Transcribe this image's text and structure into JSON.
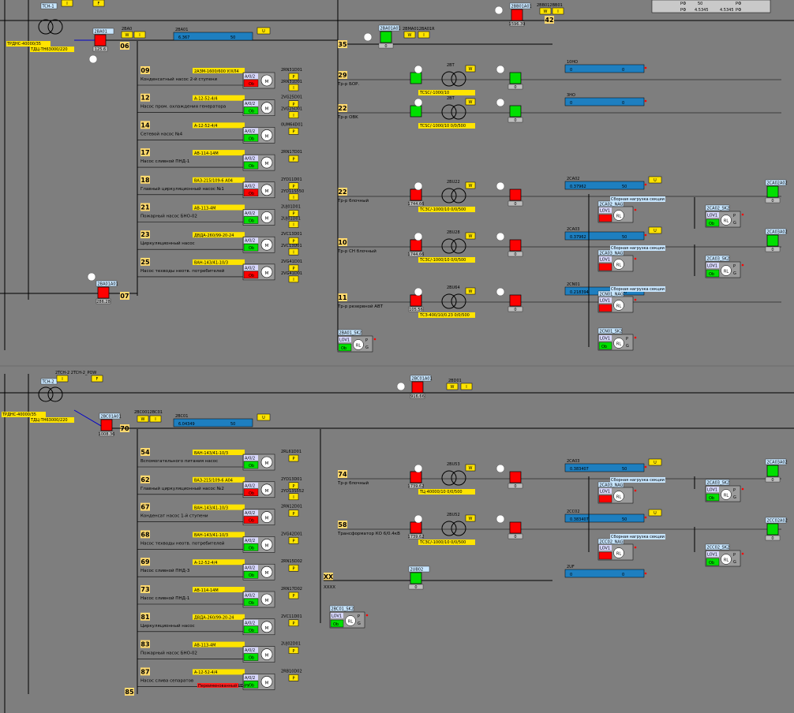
{
  "colors": {
    "bg": "#7e7e7e",
    "bus": "#000000",
    "feed": "#0000c8",
    "on": "#00e000",
    "off": "#ff0000",
    "bar": "#1e7fc0",
    "tag": "#ffe400",
    "lbl": "#c8e6ff",
    "motor": "#ffffff"
  },
  "top_section": {
    "transformer": {
      "name": "TCH-1",
      "label1": "ТРДНС-40000/35",
      "label2": "ТДЦ-ТН63000/220"
    },
    "incomer": {
      "id": "2BA01",
      "number": "06",
      "value": "125.6",
      "tag": "2BA0"
    },
    "busbar": {
      "name": "2BA01",
      "v1": "6.367",
      "v2": "50",
      "tag": "U"
    },
    "breaker_top": {
      "id": "2BA01A01",
      "value": "1",
      "number": "35"
    },
    "breaker_top2": {
      "id": "2BMA012BA01R",
      "number": "35"
    },
    "right_breaker": {
      "id": "2BB01A01",
      "tag1": "W",
      "tag2": "I",
      "number": "42",
      "value": "1596.39"
    },
    "table": {
      "v1": "4.5345",
      "v2": "4.5345",
      "h1": "РФ",
      "h2": "50",
      "h3": "РФ"
    },
    "feeders": [
      {
        "n": "09",
        "rating": "2АЗМ-1600/600 У/ХЛ4",
        "name": "Конденсатный насос 2-й ступени",
        "tag": "2RN31D01",
        "tag2": "2RN31D01",
        "color": "off"
      },
      {
        "n": "12",
        "rating": "А-12-52-4/4",
        "name": "Насос пром. охлаждения генератора",
        "tag": "2VG25D01",
        "tag2": "2VG25D01",
        "color": "on"
      },
      {
        "n": "14",
        "rating": "А-12-52-4/4",
        "name": "Сетевой насос №4",
        "tag": "0UM64D01",
        "tag2": "",
        "color": "on"
      },
      {
        "n": "17",
        "rating": "АВ-114-14М",
        "name": "Насос сливной ПНД-1",
        "tag": "2RN17D01",
        "tag2": "",
        "color": "on"
      },
      {
        "n": "18",
        "rating": "ВАЗ-215/109-6 А04",
        "name": "Главный циркуляционный насос №1",
        "tag": "2YD11D01",
        "tag2": "2YD11S550",
        "color": "off"
      },
      {
        "n": "21",
        "rating": "АВ-113-4М",
        "name": "Пожарный насос БНО-02",
        "tag": "2UJ01D01",
        "tag2": "2UJ01D01",
        "color": "on"
      },
      {
        "n": "23",
        "rating": "ДВДА-260/99-20-24",
        "name": "Циркуляционный насос",
        "tag": "2VC13D01",
        "tag2": "2VC13D01",
        "color": "on"
      },
      {
        "n": "25",
        "rating": "ВАН-143/41-10/3",
        "name": "Насос техводы неотв. потребителей",
        "tag": "2VG41D01",
        "tag2": "2VG41D01",
        "color": "off"
      }
    ],
    "right_feeders": [
      {
        "n": "29",
        "name": "Тр-р БОР.",
        "tr": "TCSC/-1000/10",
        "tag": "2BT",
        "v": "1",
        "bar": "10HO",
        "bv1": "0",
        "bv2": "0"
      },
      {
        "n": "22",
        "name": "Тр-р OBK",
        "tr": "TCSC/-1000/10 0/0/500",
        "tag": "2BT",
        "v": "1",
        "bar": "3HO",
        "bv1": "0",
        "bv2": "0"
      },
      {
        "n": "22",
        "name": "Тр-р блочный",
        "tr": "ТСЗС/-1000/10 0/0/500",
        "tag": "2BU22",
        "v": "1744.66",
        "bar": "2CA02",
        "bv1": "0.37962",
        "bv2": "50",
        "bar_tag": "2CA02",
        "load": "Сборная нагрузка секции",
        "load_id": "2CA02_NAG",
        "sk": "2CA02_SK2"
      },
      {
        "n": "10",
        "name": "Тр-р СН блочный",
        "tr": "ТСЗС/-1000/10 0/0/500",
        "tag": "2BU28",
        "v": "1744.66",
        "bar": "2CA03",
        "bv1": "0.37962",
        "bv2": "50",
        "bar_tag": "2CA03",
        "load": "Сборная нагрузка секции",
        "load_id": "2CA03_NAG",
        "sk": "2CA03_SK2"
      },
      {
        "n": "11",
        "name": "Тр-р резервной АВТ",
        "tr": "ТСЗ-400/10/0.23 0/0/500",
        "tag": "2BU64",
        "v": "105.56",
        "bar": "2CN01",
        "bv1": "0.218394",
        "bv2": "50",
        "load": "Сборная нагрузка секции",
        "load_id": "2CN01_NAG",
        "sk": "2CN01_SK2"
      }
    ],
    "section_breaker": {
      "id": "2BA01A01",
      "value": "286.28",
      "number": "07"
    },
    "bottom_sk": {
      "id": "2BA01_SK2"
    }
  },
  "bottom_section": {
    "transformer": {
      "name": "TCH-2",
      "label0": "2TCH-2 2TCH-2_POW",
      "label1": "ТРДНС-40000/35",
      "label2": "ТДЦ-ТН63000/220"
    },
    "incomer": {
      "id": "2BC01A01",
      "number": "70",
      "value": "1008.36",
      "tag": "2BC0012BC01"
    },
    "busbar": {
      "name": "2BC01",
      "v1": "6.04349",
      "v2": "50",
      "tag": "U"
    },
    "tie": {
      "id": "2BC01A01",
      "tag": "2BD01",
      "value": "916.66"
    },
    "feeders": [
      {
        "n": "54",
        "rating": "ВАН-143/41-10/3",
        "name": "Вспомогательного питания насос",
        "tag": "2RL61D01",
        "color": "on"
      },
      {
        "n": "62",
        "rating": "ВАЗ-215/109-6 А04",
        "name": "Главный циркуляционный насос №2",
        "tag": "2YD13D01",
        "tag2": "2YD13S552",
        "color": "off"
      },
      {
        "n": "67",
        "rating": "ВАН-143/41-10/3",
        "name": "Конденсат насос 1-й ступени",
        "tag": "2RN12D01",
        "color": "off"
      },
      {
        "n": "68",
        "rating": "ВАН-143/41-10/3",
        "name": "Насос техводы неотв. потребителей",
        "tag": "2VG42D01",
        "color": "on"
      },
      {
        "n": "69",
        "rating": "А-12-52-4/4",
        "name": "Насос сливной ПНД-3",
        "tag": "2RN15D02",
        "color": "on"
      },
      {
        "n": "73",
        "rating": "АВ-114-14М",
        "name": "Насос сливной ПНД-1",
        "tag": "2RN17D02",
        "color": "on"
      },
      {
        "n": "81",
        "rating": "ДВДА-260/99-20-24",
        "name": "Циркуляционный насос",
        "tag": "2VC11D01",
        "color": "on"
      },
      {
        "n": "83",
        "rating": "АВ-113-4М",
        "name": "Пожарный насос БНО-02",
        "tag": "2UJ02D01",
        "color": "on"
      },
      {
        "n": "87",
        "rating": "А-12-52-4/4",
        "name": "Насос слива сепаратов",
        "tag": "2RB10D02",
        "color": "on",
        "warn": "Переименованный РЕ-РУ"
      }
    ],
    "right_feeders": [
      {
        "n": "74",
        "name": "Тр-р блочный",
        "tr": "ТЦ-40000/10 0/0/500",
        "tag": "2BU53",
        "v": "1739.62",
        "bar": "2CA03",
        "bv1": "0.383407",
        "bv2": "50",
        "load": "Сборная нагрузка секции",
        "load_id": "2CA03_NAG",
        "sk": "2CA03_SK2",
        "bar_tag": "2CA03"
      },
      {
        "n": "58",
        "name": "Трансформатор КО 6/0.4кВ",
        "tr": "ТСЗС/-1000/10 0/0/500",
        "tag": "2BU52",
        "v": "1739.62",
        "bar": "2CC02",
        "bv1": "0.383407",
        "bv2": "50",
        "load": "Сборная нагрузка секции",
        "load_id": "2CC02_NAG",
        "sk": "2CC02_SK2",
        "bar_tag": "2CC02"
      },
      {
        "n": "XX",
        "name": "XXXX",
        "tag": "2UB02",
        "bar": "2UF",
        "bv1": "0",
        "bv2": "0"
      }
    ],
    "bottom_sk": {
      "id": "2BC01_SK2"
    },
    "corner_number": "85"
  },
  "labels": {
    "motor": "M",
    "a": "A/0/2",
    "on": "Ob",
    "rl": "RL",
    "g": "G",
    "p": "P",
    "w": "W",
    "i": "I",
    "lov": "LOV1",
    "u": "U"
  }
}
